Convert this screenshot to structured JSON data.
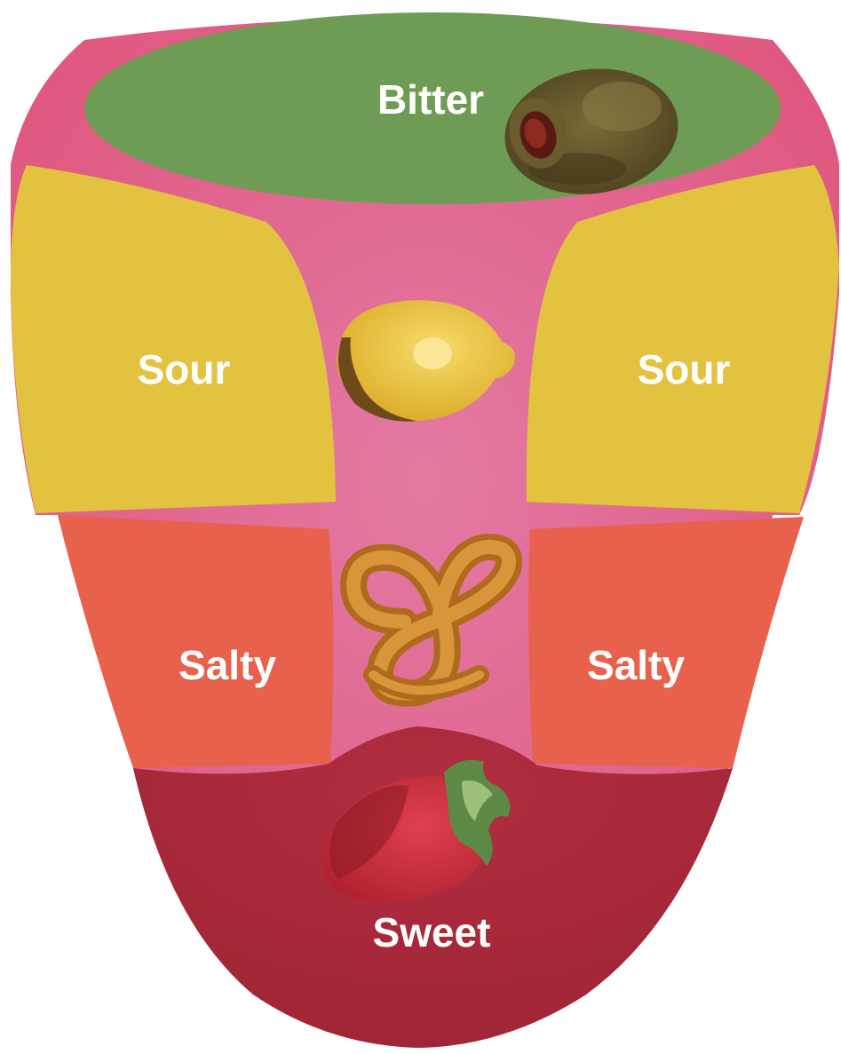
{
  "regions": {
    "bitter": {
      "label": "Bitter",
      "color": "#6f9c55",
      "food_icon": "olive-icon"
    },
    "sour_left": {
      "label": "Sour",
      "color": "#e3c23f",
      "food_icon": "lemon-icon"
    },
    "sour_right": {
      "label": "Sour",
      "color": "#e3c23f"
    },
    "salty_left": {
      "label": "Salty",
      "color": "#e8614d",
      "food_icon": "pretzel-icon"
    },
    "salty_right": {
      "label": "Salty",
      "color": "#e8614d"
    },
    "sweet": {
      "label": "Sweet",
      "color": "#a62a3b",
      "food_icon": "strawberry-icon"
    }
  },
  "colors": {
    "tongue": "#df6a8d",
    "text": "#ffffff"
  }
}
